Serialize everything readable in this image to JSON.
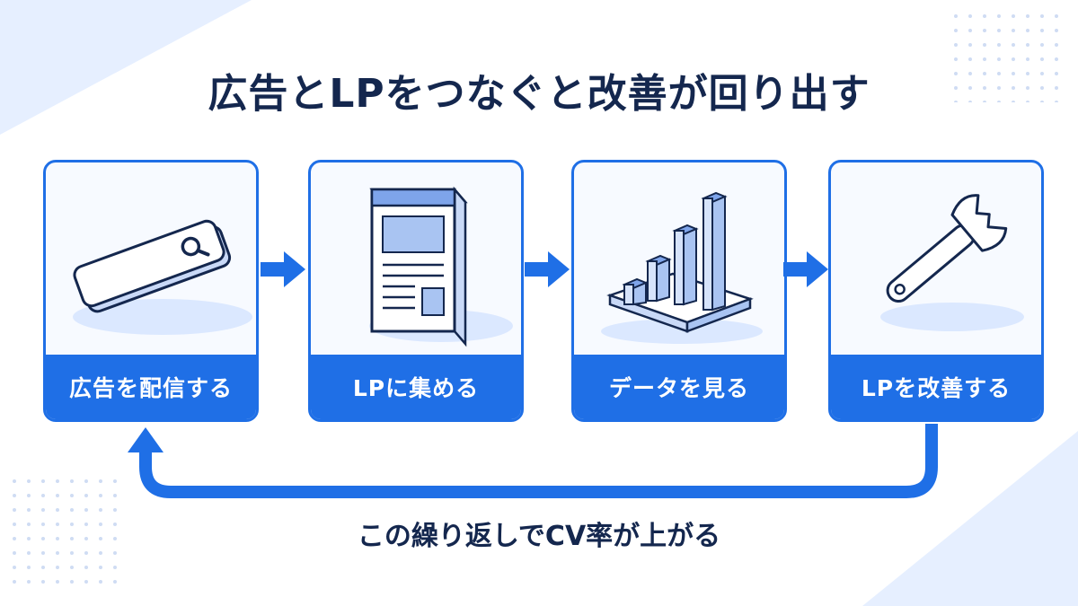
{
  "title": "広告とLPをつなぐと改善が回り出す",
  "steps": [
    {
      "label": "広告を配信する",
      "icon": "search-bar-icon"
    },
    {
      "label": "LPに集める",
      "icon": "landing-page-icon"
    },
    {
      "label": "データを見る",
      "icon": "bar-chart-icon"
    },
    {
      "label": "LPを改善する",
      "icon": "wrench-icon"
    }
  ],
  "caption": "この繰り返しでCV率が上がる",
  "colors": {
    "accent": "#1f6fe6",
    "text": "#14274e",
    "light": "#dbe8ff"
  }
}
